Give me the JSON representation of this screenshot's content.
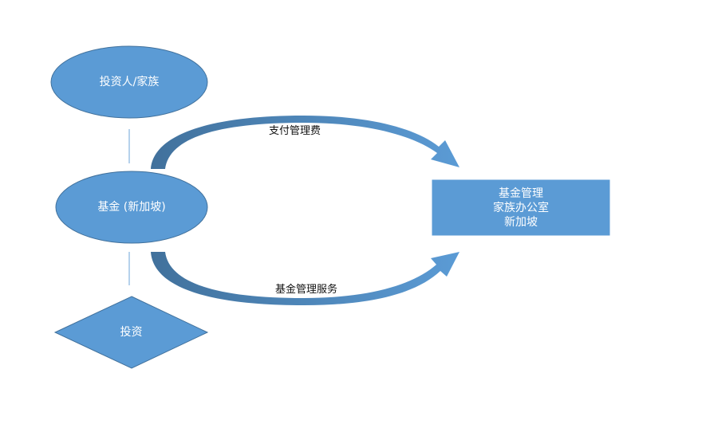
{
  "colors": {
    "node_fill": "#5B9BD5",
    "node_stroke": "#41719C",
    "arrow_dark": "#41719C",
    "arrow_light": "#5B9BD5",
    "connector": "#9DC3E6"
  },
  "nodes": {
    "investor": {
      "label": "投资人/家族",
      "shape": "ellipse"
    },
    "fund": {
      "label": "基金 (新加坡)",
      "shape": "ellipse"
    },
    "investment": {
      "label": "投资",
      "shape": "diamond"
    },
    "manager": {
      "lines": [
        "基金管理",
        "家族办公室",
        "新加坡"
      ],
      "shape": "rectangle"
    }
  },
  "edges": {
    "pay_fee": {
      "label": "支付管理费",
      "from": "fund",
      "to": "manager"
    },
    "service": {
      "label": "基金管理服务",
      "from": "fund",
      "to": "manager"
    }
  }
}
